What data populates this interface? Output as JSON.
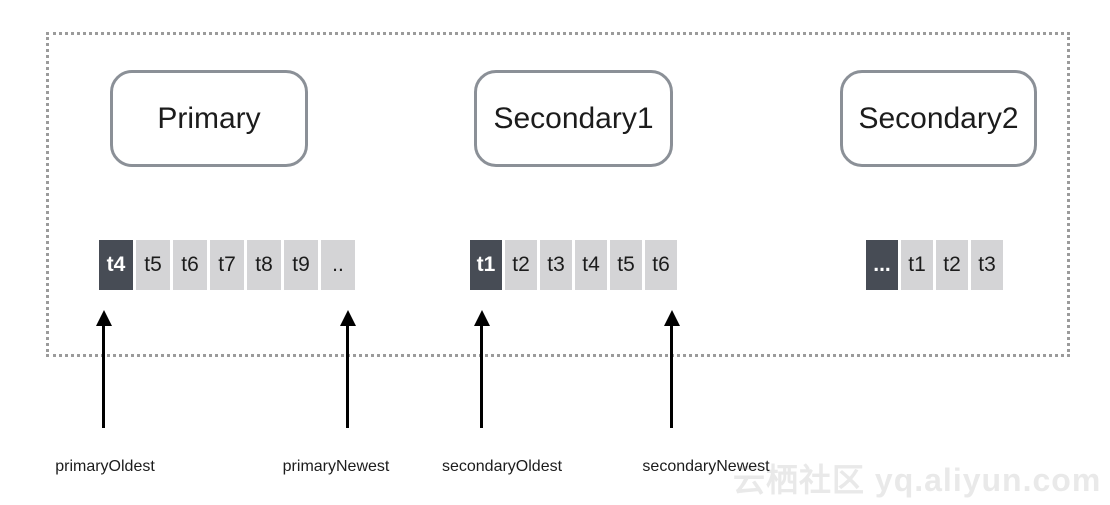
{
  "replicas": [
    {
      "label": "Primary",
      "oplog": [
        "t4",
        "t5",
        "t6",
        "t7",
        "t8",
        "t9",
        ".."
      ]
    },
    {
      "label": "Secondary1",
      "oplog": [
        "t1",
        "t2",
        "t3",
        "t4",
        "t5",
        "t6"
      ]
    },
    {
      "label": "Secondary2",
      "oplog": [
        "...",
        "t1",
        "t2",
        "t3"
      ]
    }
  ],
  "pointers": [
    {
      "label": "primaryOldest"
    },
    {
      "label": "primaryNewest"
    },
    {
      "label": "secondaryOldest"
    },
    {
      "label": "secondaryNewest"
    }
  ],
  "watermark": {
    "text": "云栖社区 yq.aliyun.com"
  },
  "colors": {
    "cell_dark": "#474c55",
    "cell_light": "#d4d4d6",
    "node_border": "#8b9097",
    "border_dashed": "#9b9b9b",
    "text_dark": "#1c1c1c",
    "arrow": "#000000",
    "watermark": "#e9e9e9"
  }
}
